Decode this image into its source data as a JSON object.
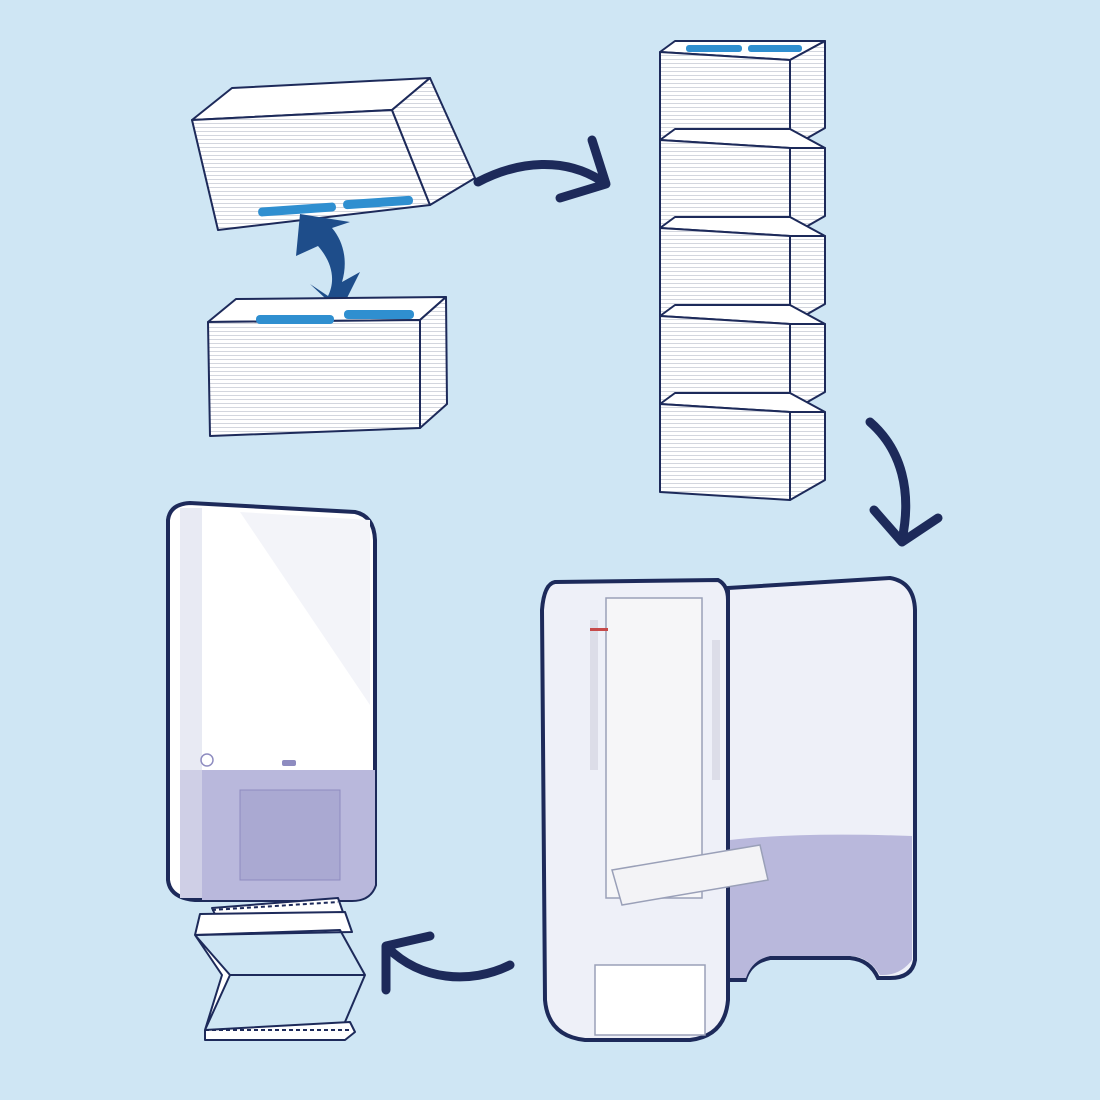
{
  "colors": {
    "background": "#cfe6f4",
    "arrow": "#1d2a5a",
    "double_arrow": "#1e4d8a",
    "pack_stripe": "#2f8fd0",
    "pack_face": "#ffffff",
    "outline": "#1d2a5a",
    "dispenser_window": "#b9b8dc"
  },
  "icons": [
    "curved-arrow",
    "double-arrow",
    "towel-pack",
    "towel-dispenser"
  ]
}
